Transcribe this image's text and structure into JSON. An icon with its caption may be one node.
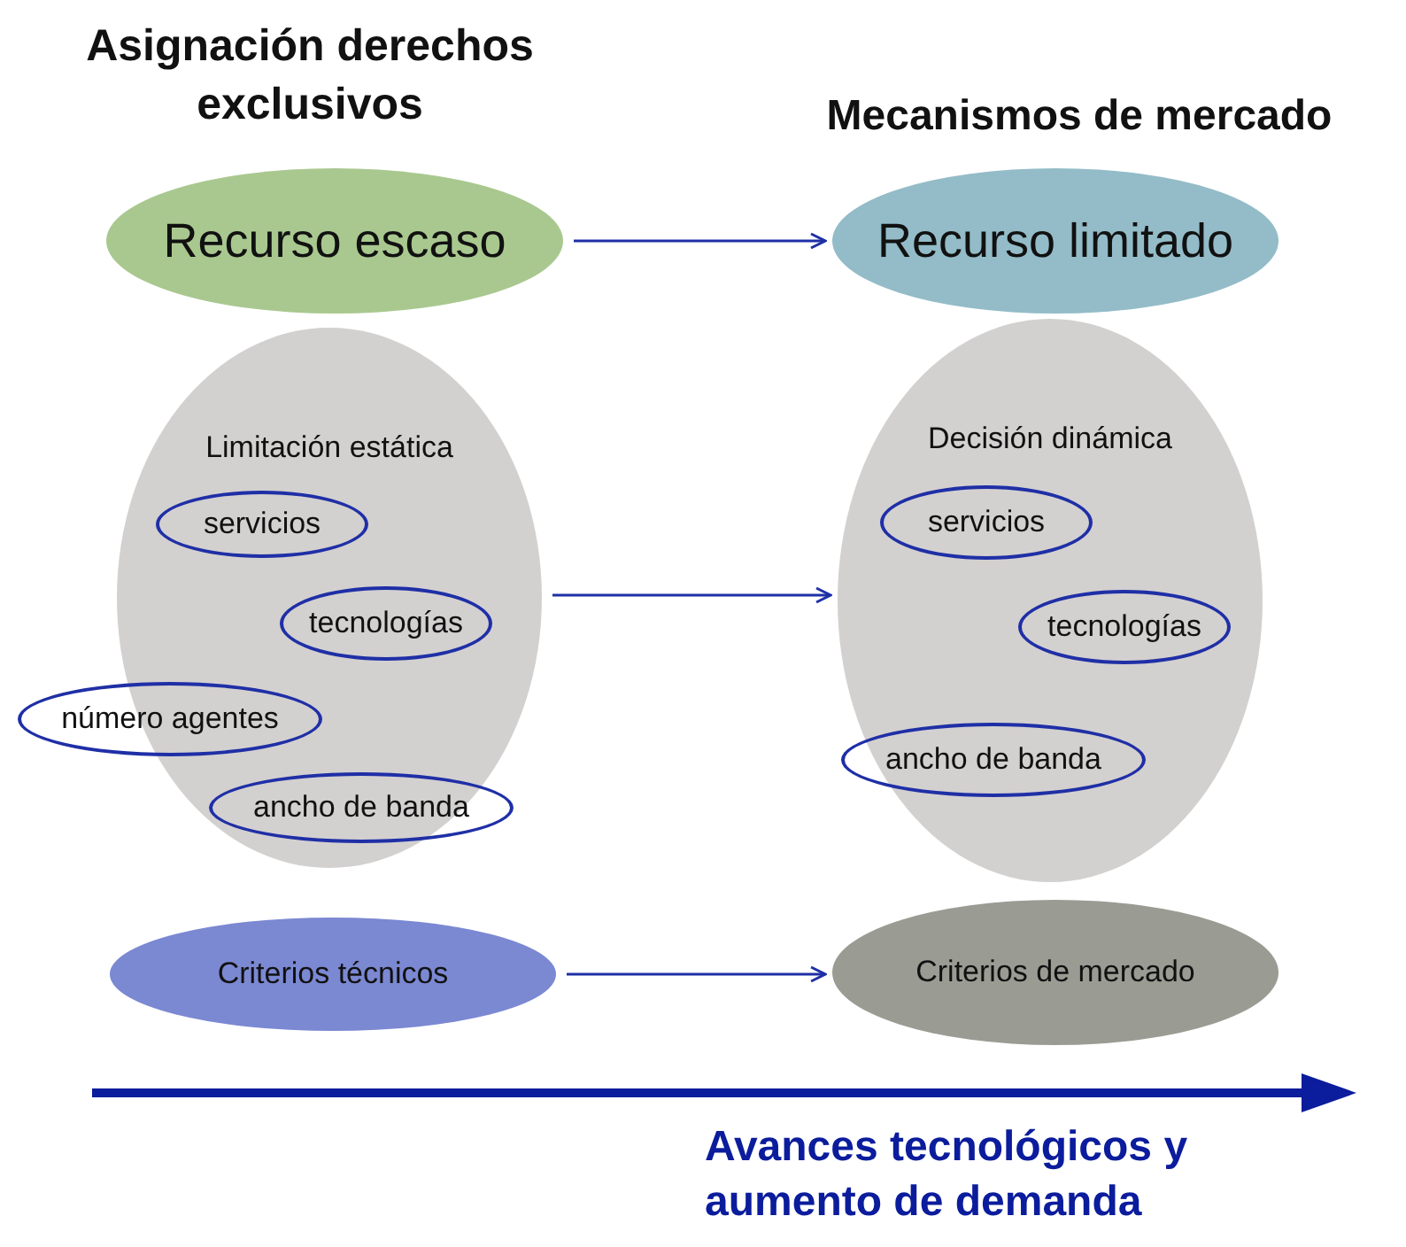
{
  "diagram": {
    "nodes": [
      {
        "text": [
          "Recurso escaso"
        ]
      },
      {
        "text": [
          "Recurso limitado"
        ]
      },
      {
        "text": [
          "Limitación estática"
        ]
      },
      {
        "text": [
          "servicios"
        ],
        "in": 2
      },
      {
        "text": [
          "tecnologías"
        ],
        "in": 2
      },
      {
        "text": [
          "número agentes"
        ]
      },
      {
        "text": [
          "ancho de banda"
        ],
        "in": 2
      },
      {
        "text": [
          "Decisión dinámica"
        ]
      },
      {
        "text": [
          "servicios"
        ],
        "in": 7
      },
      {
        "text": [
          "tecnologías"
        ],
        "in": 7
      },
      {
        "text": [
          "ancho de banda"
        ],
        "in": 7
      },
      {
        "text": [
          "Criterios técnicos"
        ]
      },
      {
        "text": [
          "Criterios de mercado"
        ]
      }
    ],
    "edges": [
      {
        "from": 0,
        "to": 1,
        "arrow": "to"
      },
      {
        "from": 2,
        "to": 7,
        "arrow": "to"
      },
      {
        "from": 11,
        "to": 12,
        "arrow": "to"
      }
    ],
    "labels": [
      "Asignación derechos exclusivos",
      "Mecanismos de mercado",
      "Avances tecnológicos y aumento de demanda"
    ]
  }
}
